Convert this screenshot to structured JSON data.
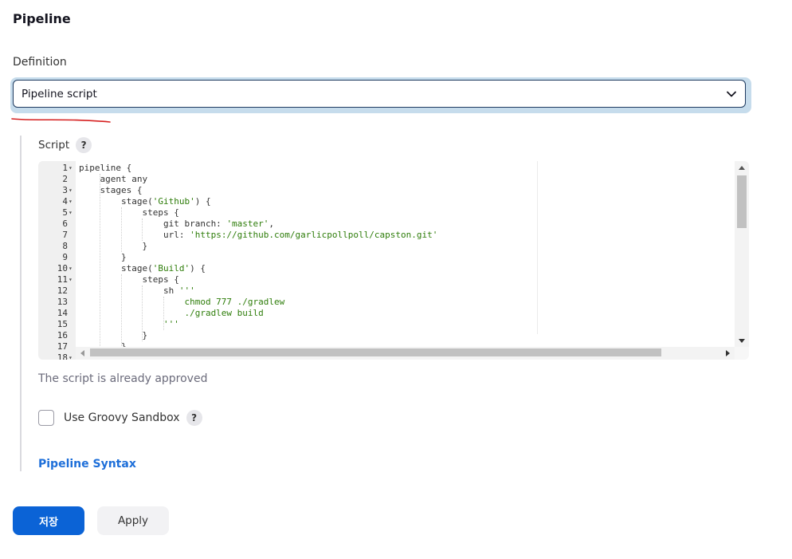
{
  "section": {
    "title": "Pipeline"
  },
  "definition": {
    "label": "Definition",
    "selected": "Pipeline script"
  },
  "script": {
    "label": "Script",
    "help": "?",
    "lines": [
      {
        "n": "1",
        "fold": true,
        "parts": [
          {
            "t": "pipeline {"
          }
        ]
      },
      {
        "n": "2",
        "fold": false,
        "parts": [
          {
            "t": "    agent any"
          }
        ]
      },
      {
        "n": "3",
        "fold": true,
        "parts": [
          {
            "t": "    stages {"
          }
        ]
      },
      {
        "n": "4",
        "fold": true,
        "parts": [
          {
            "t": "        stage("
          },
          {
            "t": "'Github'",
            "s": true
          },
          {
            "t": ") {"
          }
        ]
      },
      {
        "n": "5",
        "fold": true,
        "parts": [
          {
            "t": "            steps {"
          }
        ]
      },
      {
        "n": "6",
        "fold": false,
        "parts": [
          {
            "t": "                git branch: "
          },
          {
            "t": "'master'",
            "s": true
          },
          {
            "t": ","
          }
        ]
      },
      {
        "n": "7",
        "fold": false,
        "parts": [
          {
            "t": "                url: "
          },
          {
            "t": "'https://github.com/garlicpollpoll/capston.git'",
            "s": true
          }
        ]
      },
      {
        "n": "8",
        "fold": false,
        "parts": [
          {
            "t": "            }"
          }
        ]
      },
      {
        "n": "9",
        "fold": false,
        "parts": [
          {
            "t": "        }"
          }
        ]
      },
      {
        "n": "10",
        "fold": true,
        "parts": [
          {
            "t": "        stage("
          },
          {
            "t": "'Build'",
            "s": true
          },
          {
            "t": ") {"
          }
        ]
      },
      {
        "n": "11",
        "fold": true,
        "parts": [
          {
            "t": "            steps {"
          }
        ]
      },
      {
        "n": "12",
        "fold": false,
        "parts": [
          {
            "t": "                sh "
          },
          {
            "t": "'''",
            "s": true
          }
        ]
      },
      {
        "n": "13",
        "fold": false,
        "parts": [
          {
            "t": "                    chmod 777 ./gradlew",
            "s": true
          }
        ]
      },
      {
        "n": "14",
        "fold": false,
        "parts": [
          {
            "t": "                    ./gradlew build",
            "s": true
          }
        ]
      },
      {
        "n": "15",
        "fold": false,
        "parts": [
          {
            "t": "                '''",
            "s": true
          }
        ]
      },
      {
        "n": "16",
        "fold": false,
        "parts": [
          {
            "t": "            }"
          }
        ]
      },
      {
        "n": "17",
        "fold": false,
        "parts": [
          {
            "t": "        }"
          }
        ]
      },
      {
        "n": "18",
        "fold": true,
        "parts": [
          {
            "t": ""
          }
        ]
      }
    ]
  },
  "approved_text": "The script is already approved",
  "sandbox": {
    "label": "Use Groovy Sandbox",
    "checked": false,
    "help": "?"
  },
  "syntax_link": "Pipeline Syntax",
  "buttons": {
    "save": "저장",
    "apply": "Apply"
  },
  "colors": {
    "primary": "#0b63d6",
    "link": "#1e6fd9",
    "string": "#2e7d0a",
    "underline": "#d62020"
  }
}
